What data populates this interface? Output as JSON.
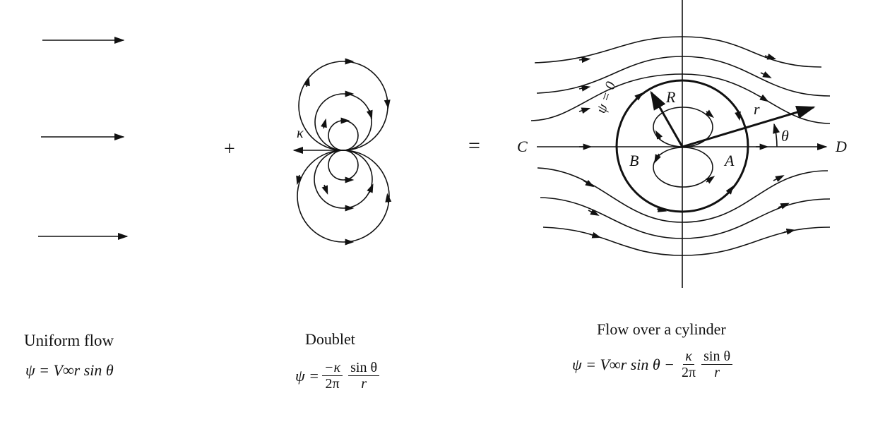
{
  "operators": {
    "plus": "+",
    "equals": "="
  },
  "doublet_labels": {
    "kappa": "κ"
  },
  "cylinder_labels": {
    "C": "C",
    "D": "D",
    "A": "A",
    "B": "B",
    "R": "R",
    "r": "r",
    "theta": "θ",
    "psi_zero": "ψ = 0"
  },
  "captions": {
    "uniform": {
      "title": "Uniform flow",
      "eq": "ψ = V∞r sin θ"
    },
    "doublet": {
      "title": "Doublet",
      "lhs": "ψ =",
      "num": "−κ",
      "den": "2π",
      "num2": "sin θ",
      "den2": "r"
    },
    "cylinder": {
      "title": "Flow over a cylinder",
      "lhs": "ψ = V∞r sin θ −",
      "num": "κ",
      "den": "2π",
      "num2": "sin θ",
      "den2": "r"
    }
  }
}
